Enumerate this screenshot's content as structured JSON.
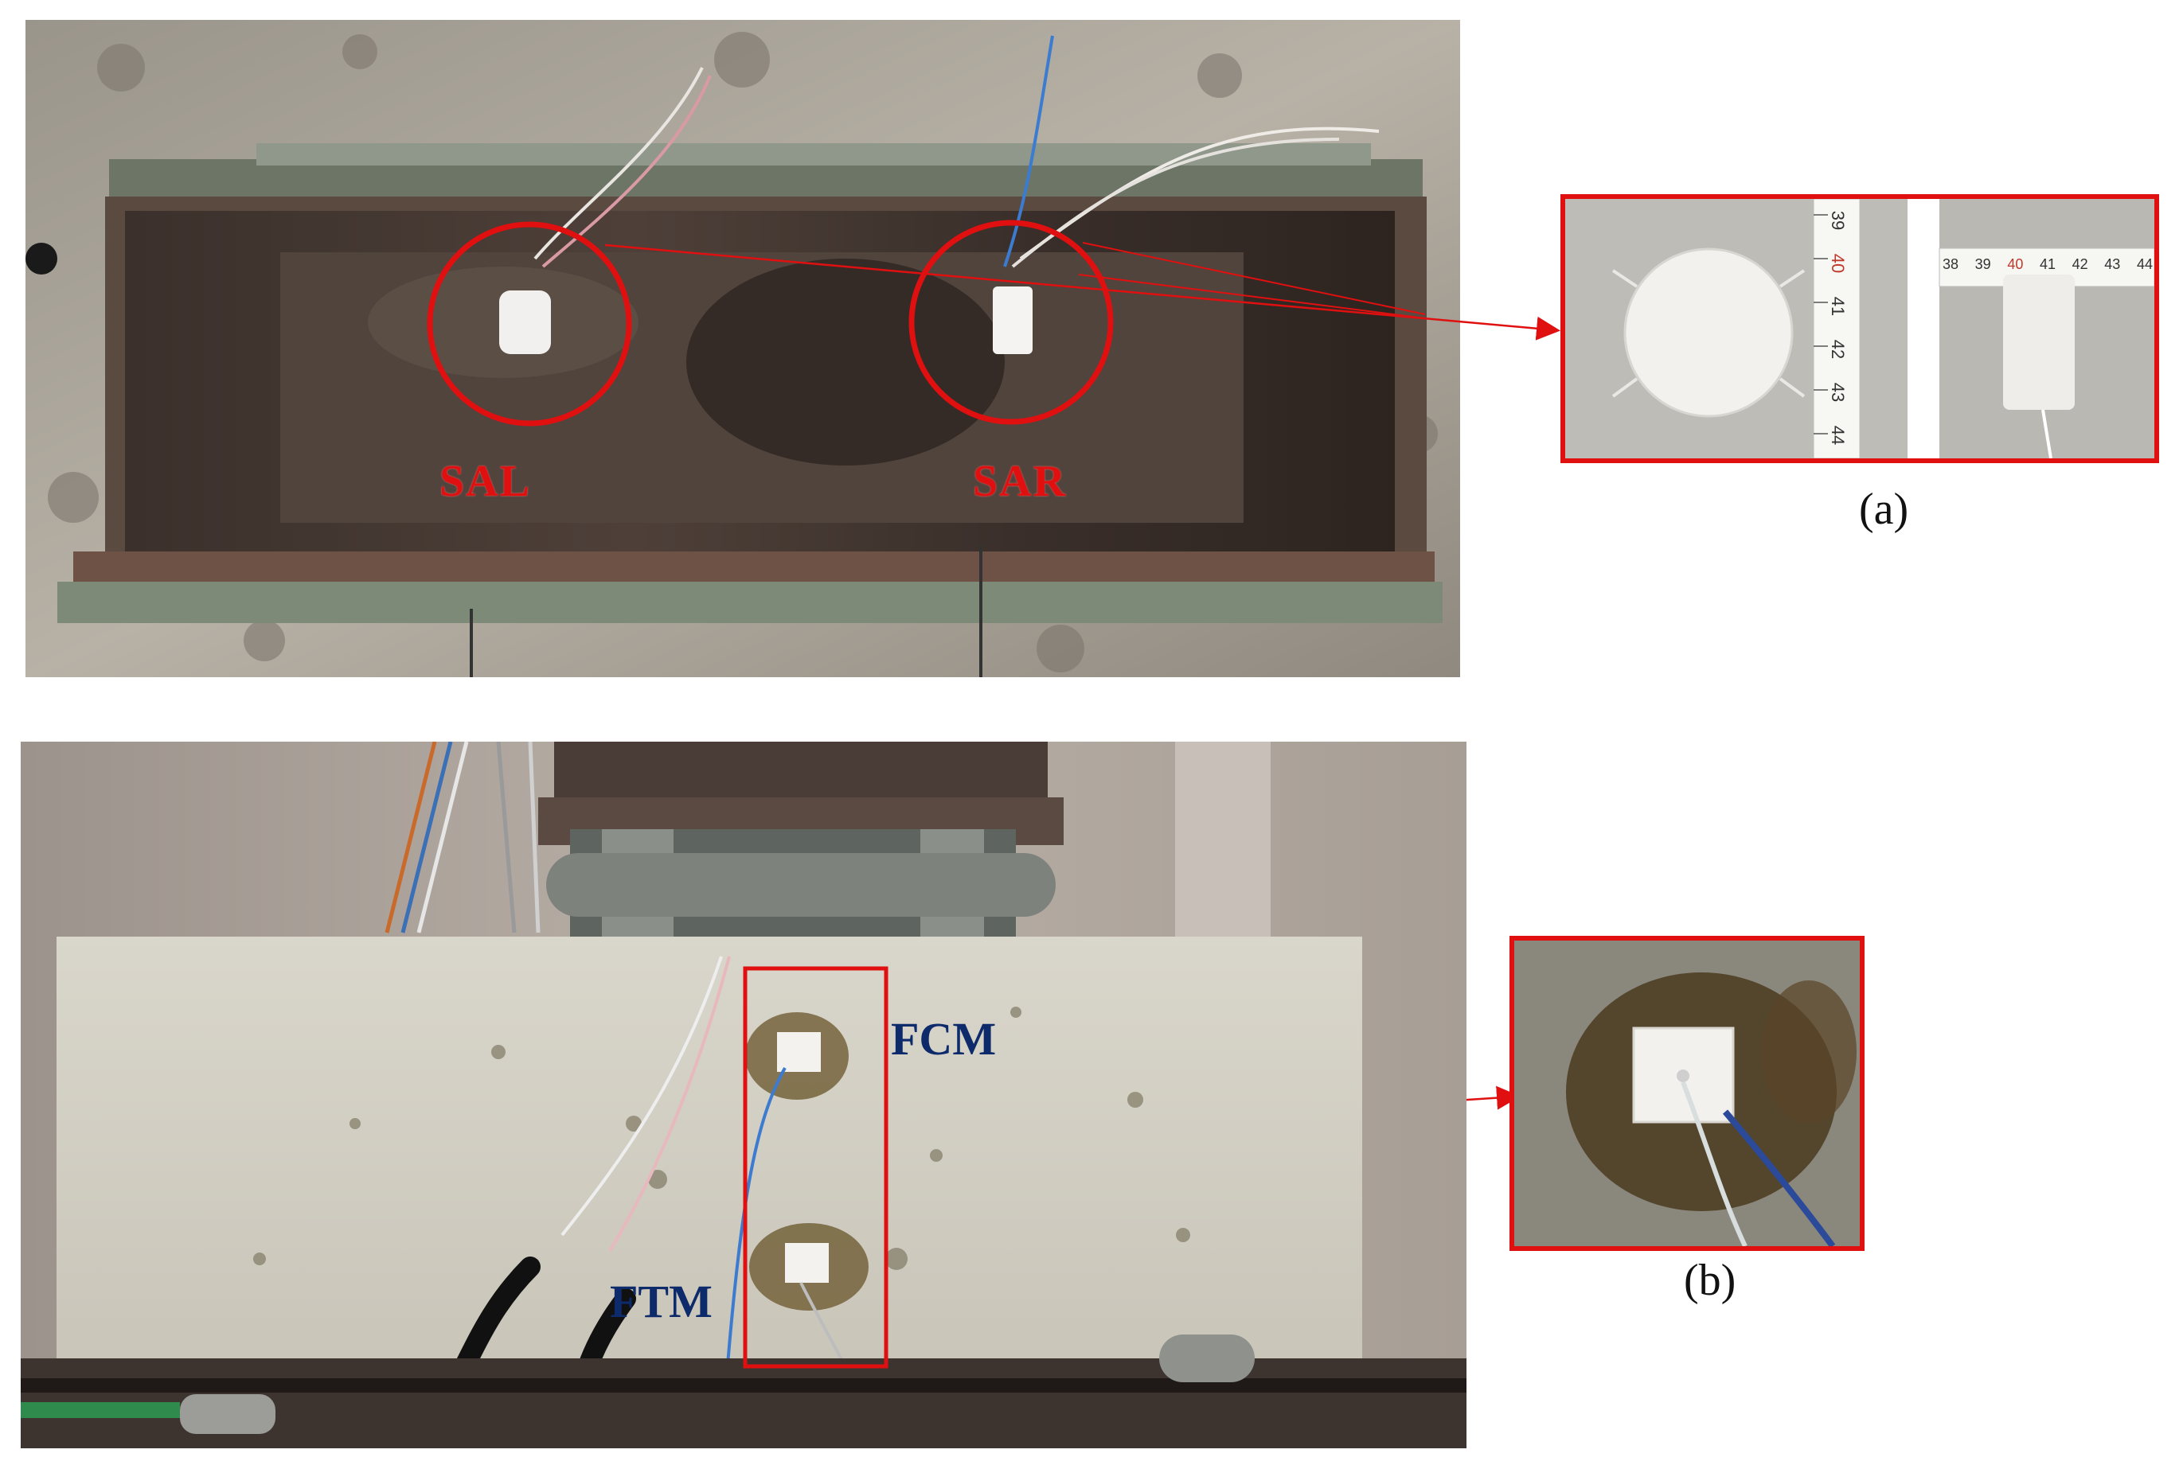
{
  "figure": {
    "panel_a": {
      "caption": "(a)",
      "labels": {
        "left": "SAL",
        "right": "SAR"
      },
      "ruler_vertical": [
        "39",
        "40",
        "41",
        "42",
        "43",
        "44"
      ],
      "ruler_horizontal": [
        "38",
        "39",
        "40",
        "41",
        "42",
        "43",
        "44"
      ]
    },
    "panel_b": {
      "caption": "(b)",
      "labels": {
        "upper": "FCM",
        "lower": "FTM"
      }
    }
  },
  "colors": {
    "highlight_red": "#e01010",
    "label_blue": "#0d2a6b",
    "concrete": "#cfccc0",
    "steel_mold": "#4a3a33"
  }
}
